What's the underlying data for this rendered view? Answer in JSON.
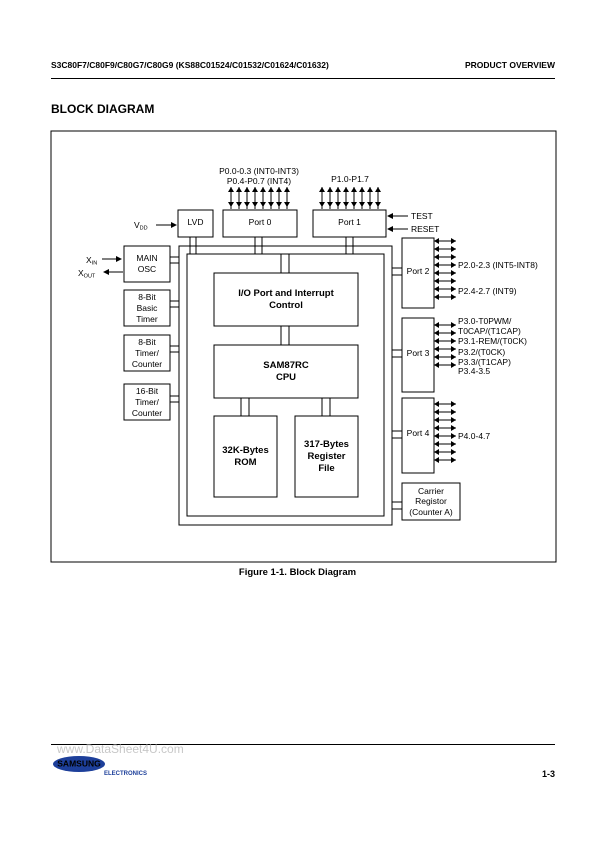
{
  "header": {
    "title": "S3C80F7/C80F9/C80G7/C80G9 (KS88C01524/C01532/C01624/C01632)",
    "section": "PRODUCT OVERVIEW"
  },
  "section_title": "BLOCK DIAGRAM",
  "diagram": {
    "port0_pins": [
      "P0.0-0.3 (INT0-INT3)",
      "P0.4-P0.7 (INT4)"
    ],
    "port1_pins": "P1.0-P1.7",
    "lvd": "LVD",
    "vdd": "V",
    "vdd_sub": "DD",
    "port0": "Port 0",
    "port1": "Port 1",
    "test": "TEST",
    "reset": "RESET",
    "xin": "X",
    "xin_sub": "IN",
    "xout": "X",
    "xout_sub": "OUT",
    "main_osc": [
      "MAIN",
      "OSC"
    ],
    "basic_timer": [
      "8-Bit",
      "Basic",
      "Timer"
    ],
    "timer_counter_8": [
      "8-Bit",
      "Timer/",
      "Counter"
    ],
    "timer_counter_16": [
      "16-Bit",
      "Timer/",
      "Counter"
    ],
    "io_port": [
      "I/O Port and Interrupt",
      "Control"
    ],
    "cpu": [
      "SAM87RC",
      "CPU"
    ],
    "rom": [
      "32K-Bytes",
      "ROM"
    ],
    "register_file": [
      "317-Bytes",
      "Register",
      "File"
    ],
    "port2": "Port 2",
    "port3": "Port 3",
    "port4": "Port 4",
    "port2_pins": [
      "P2.0-2.3 (INT5-INT8)",
      "P2.4-2.7 (INT9)"
    ],
    "port3_pins": [
      "P3.0-T0PWM/",
      "T0CAP/(T1CAP)",
      "P3.1-REM/(T0CK)",
      "P3.2/(T0CK)",
      "P3.3/(T1CAP)",
      "P3.4-3.5"
    ],
    "port4_pins": "P4.0-4.7",
    "carrier": [
      "Carrier",
      "Registor",
      "(Counter A)"
    ]
  },
  "caption": "Figure 1-1. Block Diagram",
  "footer": {
    "watermark": "www.DataSheet4U.com",
    "logo_text": "SAMSUNG",
    "logo_sub": "ELECTRONICS",
    "page": "1-3"
  }
}
